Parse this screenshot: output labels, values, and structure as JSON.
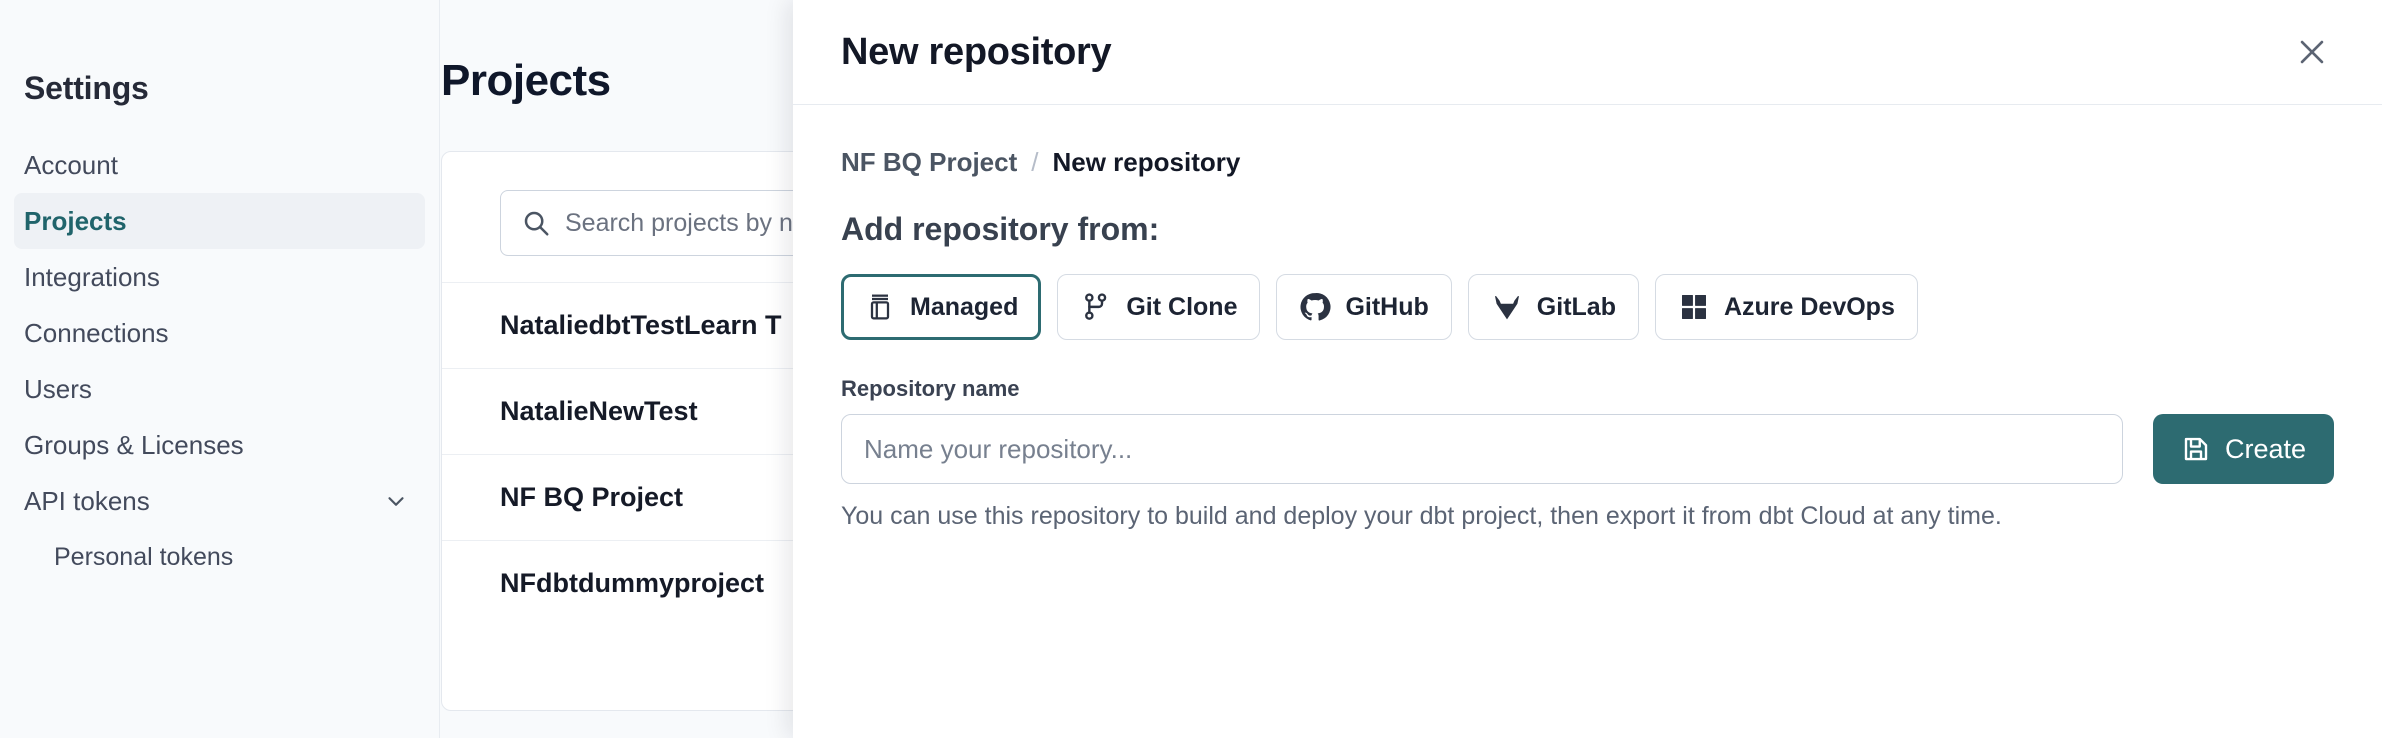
{
  "sidebar": {
    "title": "Settings",
    "items": [
      {
        "label": "Account",
        "active": false,
        "sub": false,
        "chevron": false
      },
      {
        "label": "Projects",
        "active": true,
        "sub": false,
        "chevron": false
      },
      {
        "label": "Integrations",
        "active": false,
        "sub": false,
        "chevron": false
      },
      {
        "label": "Connections",
        "active": false,
        "sub": false,
        "chevron": false
      },
      {
        "label": "Users",
        "active": false,
        "sub": false,
        "chevron": false
      },
      {
        "label": "Groups & Licenses",
        "active": false,
        "sub": false,
        "chevron": false
      },
      {
        "label": "API tokens",
        "active": false,
        "sub": false,
        "chevron": true
      },
      {
        "label": "Personal tokens",
        "active": false,
        "sub": true,
        "chevron": false
      }
    ]
  },
  "main": {
    "page_title": "Projects",
    "search": {
      "placeholder": "Search projects by name",
      "value": "",
      "icon": "search-icon"
    },
    "projects": [
      {
        "name": "NataliedbtTestLearn T"
      },
      {
        "name": "NatalieNewTest"
      },
      {
        "name": "NF BQ Project"
      },
      {
        "name": "NFdbtdummyproject"
      }
    ]
  },
  "modal": {
    "title": "New repository",
    "close_icon": "close-icon",
    "breadcrumb": {
      "parent": "NF BQ Project",
      "separator": "/",
      "current": "New repository"
    },
    "section_heading": "Add repository from:",
    "sources": [
      {
        "label": "Managed",
        "icon": "managed-icon",
        "selected": true
      },
      {
        "label": "Git Clone",
        "icon": "git-branch-icon",
        "selected": false
      },
      {
        "label": "GitHub",
        "icon": "github-icon",
        "selected": false
      },
      {
        "label": "GitLab",
        "icon": "gitlab-icon",
        "selected": false
      },
      {
        "label": "Azure DevOps",
        "icon": "azure-devops-icon",
        "selected": false
      }
    ],
    "repository_name": {
      "label": "Repository name",
      "placeholder": "Name your repository...",
      "value": ""
    },
    "create_button": {
      "label": "Create",
      "icon": "save-icon"
    },
    "help_text": "You can use this repository to build and deploy your dbt project, then export it from dbt Cloud at any time."
  },
  "colors": {
    "accent_teal": "#2d6b71",
    "text_dark": "#131826",
    "muted": "#5b6474",
    "surface": "#ffffff",
    "background": "#f8fafc",
    "border": "#d5dbe3"
  }
}
